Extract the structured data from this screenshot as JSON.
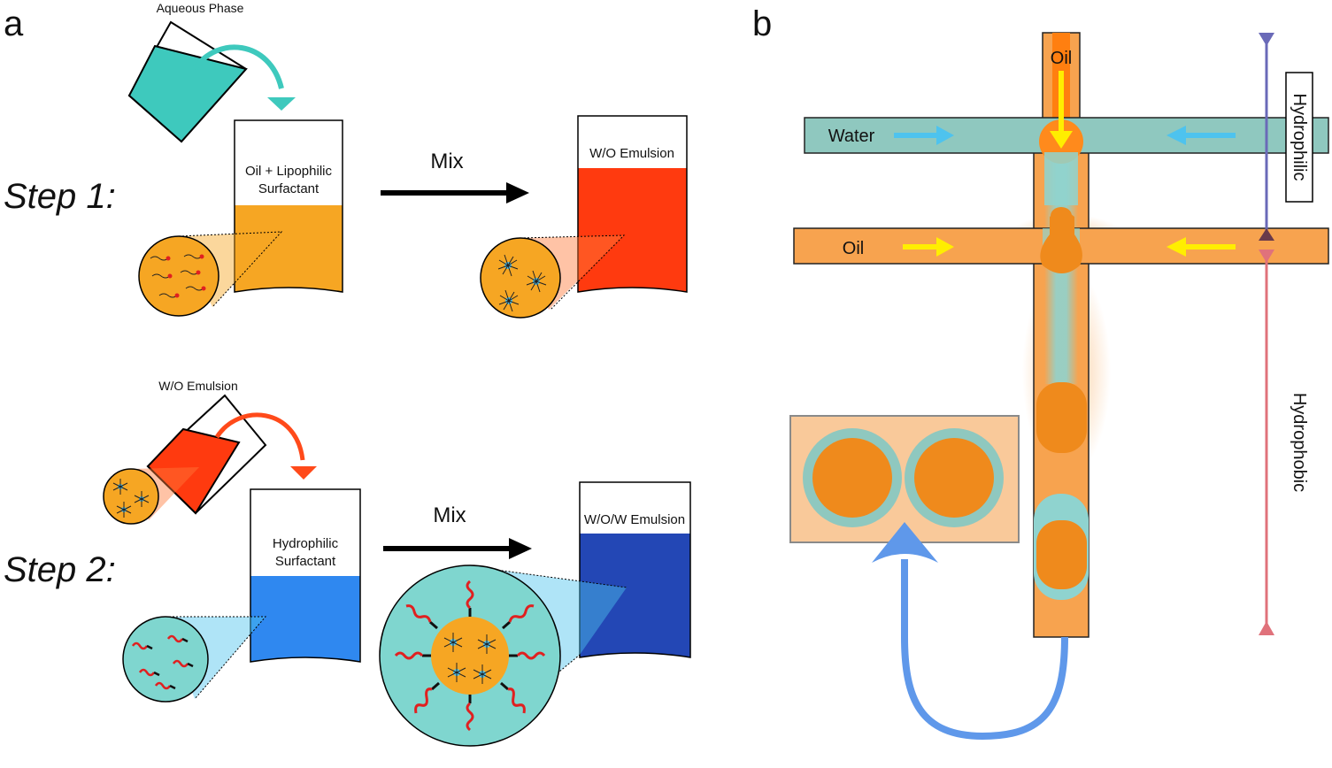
{
  "panels": {
    "a": "a",
    "b": "b"
  },
  "step1": {
    "label": "Step 1:",
    "pour_label": "Aqueous Phase",
    "beaker_label_line1": "Oil + Lipophilic",
    "beaker_label_line2": "Surfactant",
    "mix_label": "Mix",
    "result_label": "W/O Emulsion"
  },
  "step2": {
    "label": "Step 2:",
    "pour_label": "W/O Emulsion",
    "beaker_label_line1": "Hydrophilic",
    "beaker_label_line2": "Surfactant",
    "mix_label": "Mix",
    "result_label": "W/O/W Emulsion"
  },
  "microfluidic": {
    "oil_top": "Oil",
    "water_channel": "Water",
    "oil_channel": "Oil",
    "hydrophilic": "Hydrophilic",
    "hydrophobic": "Hydrophobic"
  },
  "colors": {
    "oil": "#f6a623",
    "emulsion_wo": "#ff3a0f",
    "aqueous": "#3ec9bd",
    "hydrophilic_beaker": "#2f88f0",
    "wow_beaker": "#2347b5",
    "water_channel": "#8fc8bf",
    "oil_channel": "#f7a34f",
    "droplet": "#ef8a1c",
    "arrow_yellow": "#ffee00",
    "arrow_blue": "#4ec3ee",
    "hydrophilic_axis": "#6a6ab8",
    "hydrophobic_axis": "#e0727b",
    "recirc_arrow": "#5f98ea"
  }
}
